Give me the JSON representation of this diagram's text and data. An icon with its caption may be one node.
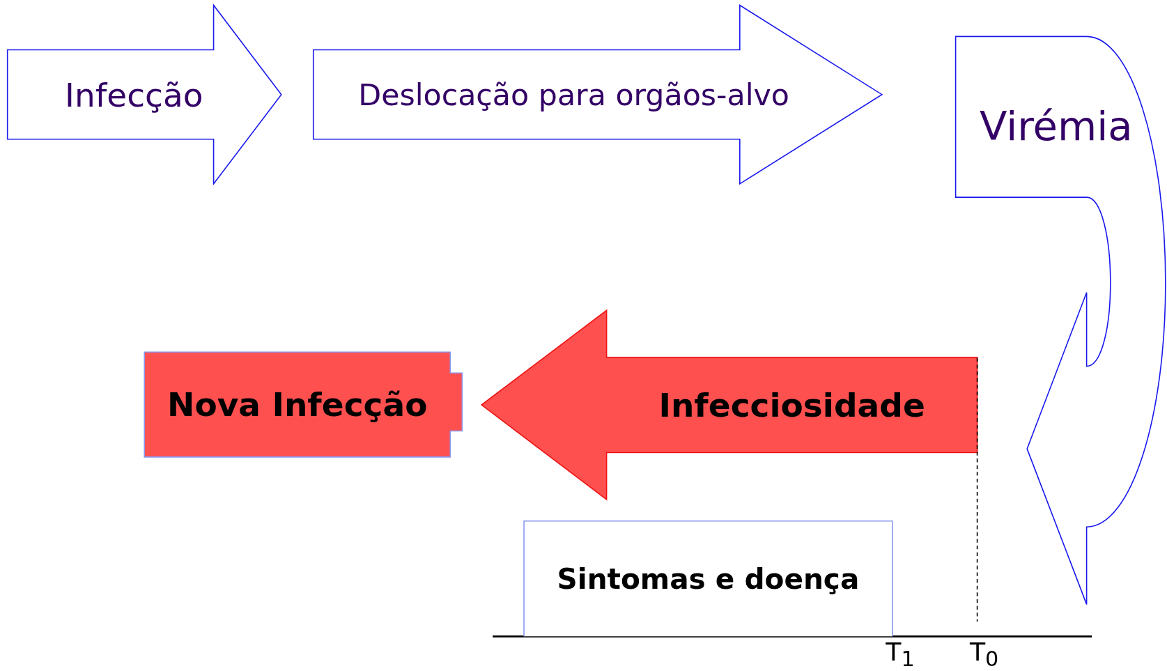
{
  "diagram": {
    "nodes": [
      {
        "text": [
          "Infecção"
        ]
      },
      {
        "text": [
          "Deslocação para orgãos-alvo"
        ]
      },
      {
        "text": [
          "Virémia"
        ]
      },
      {
        "text": [
          "Nova Infecção"
        ]
      },
      {
        "text": [
          "Sintomas e doença"
        ]
      }
    ],
    "edges": [
      {
        "from": 2,
        "to": 3,
        "arrow": "to",
        "label": "Infecciosidade",
        "style": "thick"
      }
    ],
    "labels": [
      "T$_{1}$",
      "T$_{0}$"
    ]
  }
}
